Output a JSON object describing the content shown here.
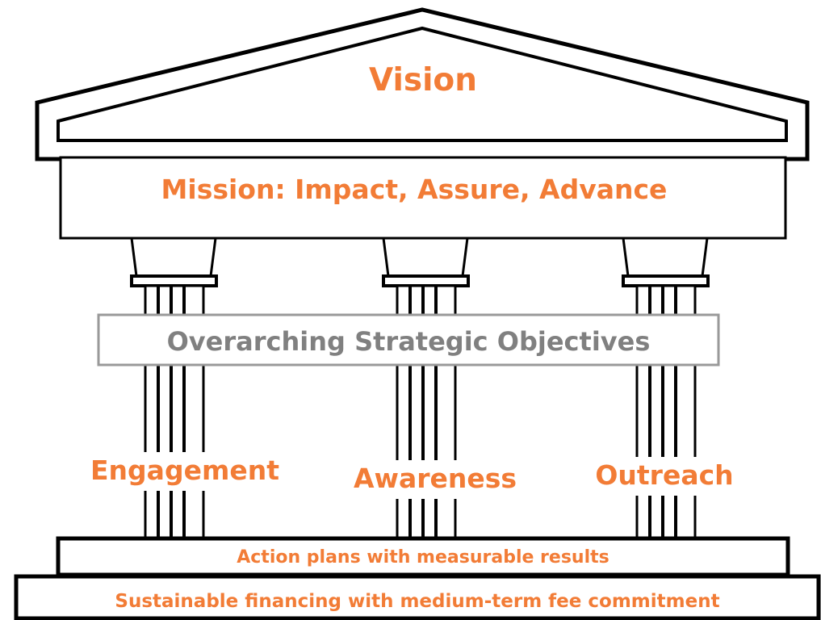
{
  "diagram": {
    "roof_label": "Vision",
    "entablature_label": "Mission: Impact, Assure, Advance",
    "band_label": "Overarching Strategic Objectives",
    "pillars": [
      {
        "label": "Engagement"
      },
      {
        "label": "Awareness"
      },
      {
        "label": "Outreach"
      }
    ],
    "upper_step_label": "Action plans with measurable results",
    "lower_step_label": "Sustainable financing with medium-term fee commitment"
  },
  "colors": {
    "label_orange": "#F27C36",
    "label_grey": "#808080",
    "outline": "#000000"
  }
}
